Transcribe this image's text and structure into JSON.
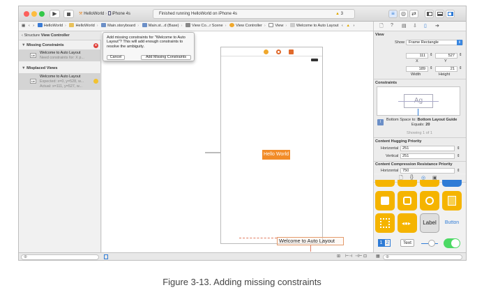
{
  "toolbar": {
    "scheme_target": "HelloWorld",
    "scheme_device": "iPhone 4s",
    "status_text": "Finished running HelloWorld on iPhone 4s",
    "warning_count": "3"
  },
  "jump_bar": {
    "crumbs": [
      "HelloWorld",
      "HelloWorld",
      "Main.storyboard",
      "Main.st...d (Base)",
      "View Co...r Scene",
      "View Controller",
      "View",
      "Welcome to Auto Layout"
    ]
  },
  "outline": {
    "back_label": "Structure",
    "title": "View Controller",
    "missing_header": "Missing Constraints",
    "missing_item_title": "Welcome to Auto Layout",
    "missing_item_detail": "Need constraints for: X p...",
    "misplaced_header": "Misplaced Views",
    "misplaced_item_title": "Welcome to Auto Layout",
    "misplaced_item_expected": "Expected: x=0, y=528, w...",
    "misplaced_item_actual": "Actual: x=111, y=527, w..."
  },
  "popup": {
    "message": "Add missing constraints for \"Welcome to Auto Layout\"? This will add enough constraints to resolve the ambiguity.",
    "cancel_label": "Cancel",
    "add_label": "Add Missing Constraints"
  },
  "canvas": {
    "button_label": "Hello World",
    "label_text": "Welcome to Auto Layout"
  },
  "inspector": {
    "view_header": "View",
    "show_label": "Show",
    "show_value": "Frame Rectangle",
    "x_value": "111",
    "y_value": "527",
    "x_label": "X",
    "y_label": "Y",
    "width_value": "189",
    "height_value": "21",
    "width_label": "Width",
    "height_label": "Height",
    "constraints_header": "Constraints",
    "preview_text": "Ag",
    "constraint_title_prefix": "Bottom Space to:",
    "constraint_title_target": "Bottom Layout Guide",
    "constraint_equals_label": "Equals:",
    "constraint_equals_value": "20",
    "showing_text": "Showing 1 of 1",
    "hugging_header": "Content Hugging Priority",
    "horizontal_label": "Horizontal",
    "hugging_horizontal": "251",
    "vertical_label": "Vertical",
    "hugging_vertical": "251",
    "compression_header": "Content Compression Resistance Priority",
    "compression_horizontal": "750"
  },
  "library": {
    "label_item": "Label",
    "button_item": "Button",
    "text_item": "Text",
    "seg_1": "1",
    "seg_2": "2"
  },
  "caption": "Figure 3-13. Adding missing constraints",
  "colors": {
    "accent_orange": "#f28c28",
    "link_blue": "#2e7bd6",
    "error_red": "#e0443e",
    "warning_yellow": "#f2c230"
  }
}
